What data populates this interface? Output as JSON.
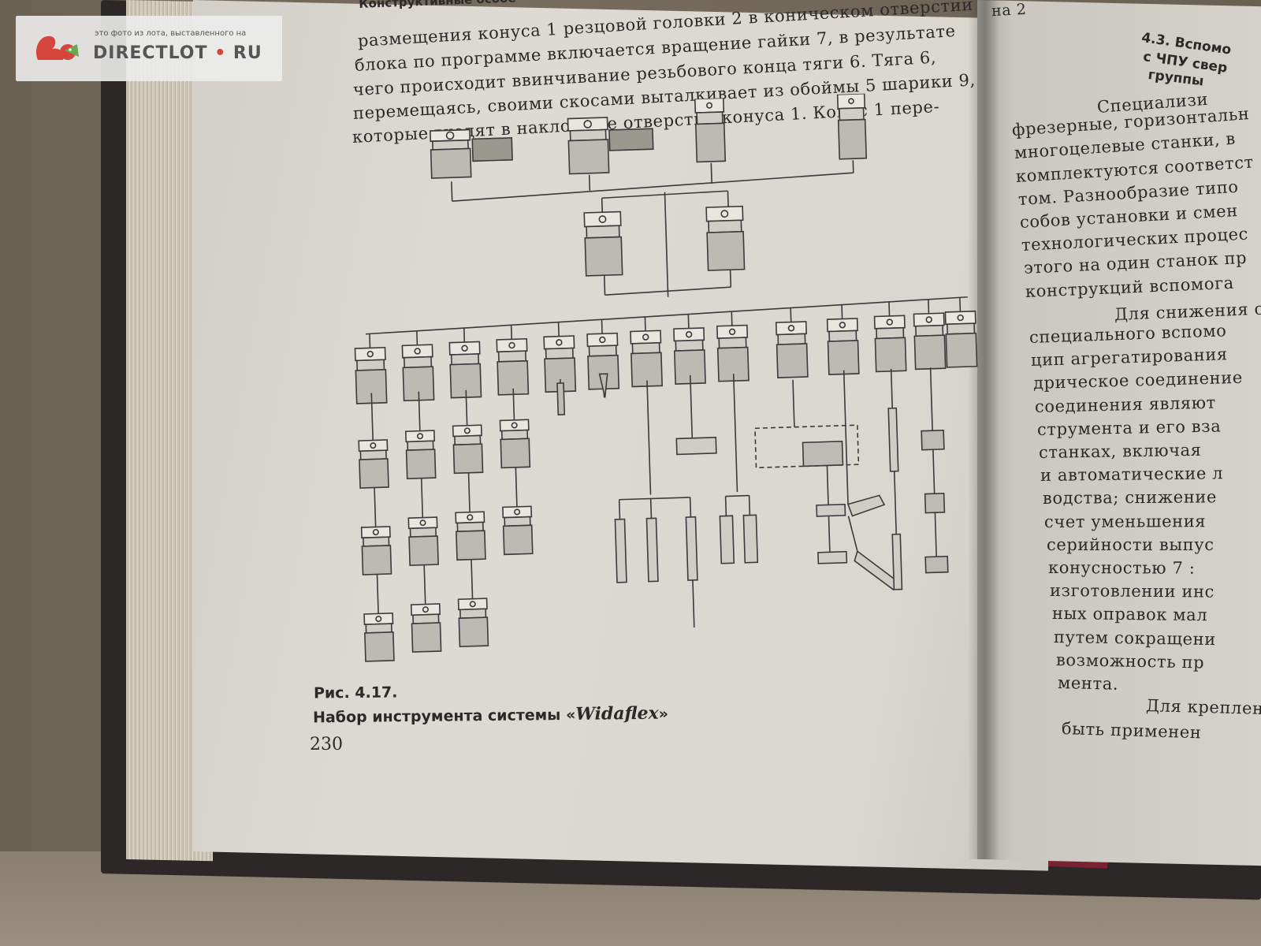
{
  "watermark": {
    "caption": "это фото из лота, выставленного на",
    "brand": "DIRECTLOT",
    "dot": "•",
    "domain": "RU",
    "logo_icon": "squirrel-icon"
  },
  "left_page": {
    "running_header": "Конструктивные особе",
    "lines": [
      "размещения конуса 1 резцовой головки 2 в коническом отверстии",
      "блока по программе включается вращение гайки 7, в результате",
      "чего происходит ввинчивание резьбового конца тяги 6. Тяга 6,",
      "перемещаясь, своими скосами выталкивает из обоймы 5 шарики 9,",
      "которые входят в наклонные отверстия конуса 1. Конус 1 пере-"
    ],
    "figure_label": "Рис. 4.17.",
    "figure_caption_prefix": "Набор инструмента системы «",
    "figure_caption_name": "Widaflex",
    "figure_caption_suffix": "»",
    "page_number": "230"
  },
  "right_page": {
    "running_header": "на 2",
    "section_title_lines": [
      "4.3. Вспомо",
      "с ЧПУ свер",
      "группы"
    ],
    "lines": [
      "Специализи",
      "фрезерные, горизонтальн",
      "многоцелевые станки, в",
      "комплектуются соответст",
      "том. Разнообразие типо",
      "собов установки и смен",
      "технологических процес",
      "этого на один станок пр",
      "конструкций вспомога",
      "Для снижения сто",
      "специального вспомо",
      "цип агрегатирования",
      "дрическое соединение",
      "соединения являют",
      "струмента и его вза",
      "станках, включая",
      "и автоматические л",
      "водства; снижение",
      "счет уменьшения",
      "серийности выпус",
      "конусностью 7 :",
      "изготовлении инс",
      "ных оправок мал",
      "путем сокращени",
      "возможность пр",
      "мента.",
      "Для креплен",
      "быть применен"
    ]
  }
}
